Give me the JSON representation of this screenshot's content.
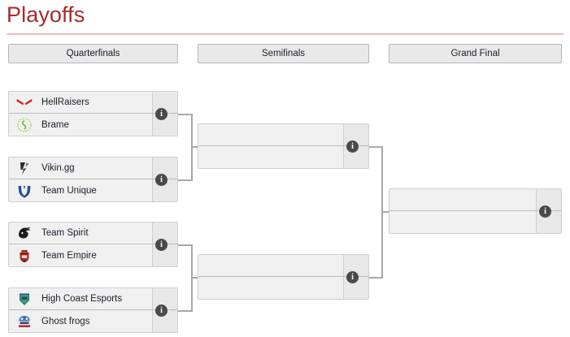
{
  "page": {
    "title": "Playoffs"
  },
  "rounds": [
    {
      "key": "quarterfinals",
      "label": "Quarterfinals"
    },
    {
      "key": "semifinals",
      "label": "Semifinals"
    },
    {
      "key": "grandfinal",
      "label": "Grand Final"
    }
  ],
  "info_icon": "i",
  "colors": {
    "title": "#a42b2b",
    "title_rule": "#efb9b9",
    "header_bg": "#e9e9e9",
    "header_border": "#b6b6b6",
    "match_bg": "#f0f0f0",
    "score_bg": "#e8e8e8",
    "match_border": "#cfcfcf",
    "connector": "#a8a8a8",
    "info_badge": "#4a4a4a"
  },
  "matches": {
    "qf1": {
      "round": "Quarterfinals",
      "teams": [
        {
          "name": "HellRaisers",
          "logo": "hellraisers-logo",
          "score": ""
        },
        {
          "name": "Brame",
          "logo": "brame-logo",
          "score": ""
        }
      ]
    },
    "qf2": {
      "round": "Quarterfinals",
      "teams": [
        {
          "name": "Vikin.gg",
          "logo": "vikingg-logo",
          "score": ""
        },
        {
          "name": "Team Unique",
          "logo": "team-unique-logo",
          "score": ""
        }
      ]
    },
    "qf3": {
      "round": "Quarterfinals",
      "teams": [
        {
          "name": "Team Spirit",
          "logo": "team-spirit-logo",
          "score": ""
        },
        {
          "name": "Team Empire",
          "logo": "team-empire-logo",
          "score": ""
        }
      ]
    },
    "qf4": {
      "round": "Quarterfinals",
      "teams": [
        {
          "name": "High Coast Esports",
          "logo": "high-coast-logo",
          "score": ""
        },
        {
          "name": "Ghost frogs",
          "logo": "ghost-frogs-logo",
          "score": ""
        }
      ]
    },
    "sf1": {
      "round": "Semifinals",
      "teams": [
        {
          "name": "",
          "logo": "",
          "score": ""
        },
        {
          "name": "",
          "logo": "",
          "score": ""
        }
      ]
    },
    "sf2": {
      "round": "Semifinals",
      "teams": [
        {
          "name": "",
          "logo": "",
          "score": ""
        },
        {
          "name": "",
          "logo": "",
          "score": ""
        }
      ]
    },
    "gf": {
      "round": "Grand Final",
      "teams": [
        {
          "name": "",
          "logo": "",
          "score": ""
        },
        {
          "name": "",
          "logo": "",
          "score": ""
        }
      ]
    }
  }
}
